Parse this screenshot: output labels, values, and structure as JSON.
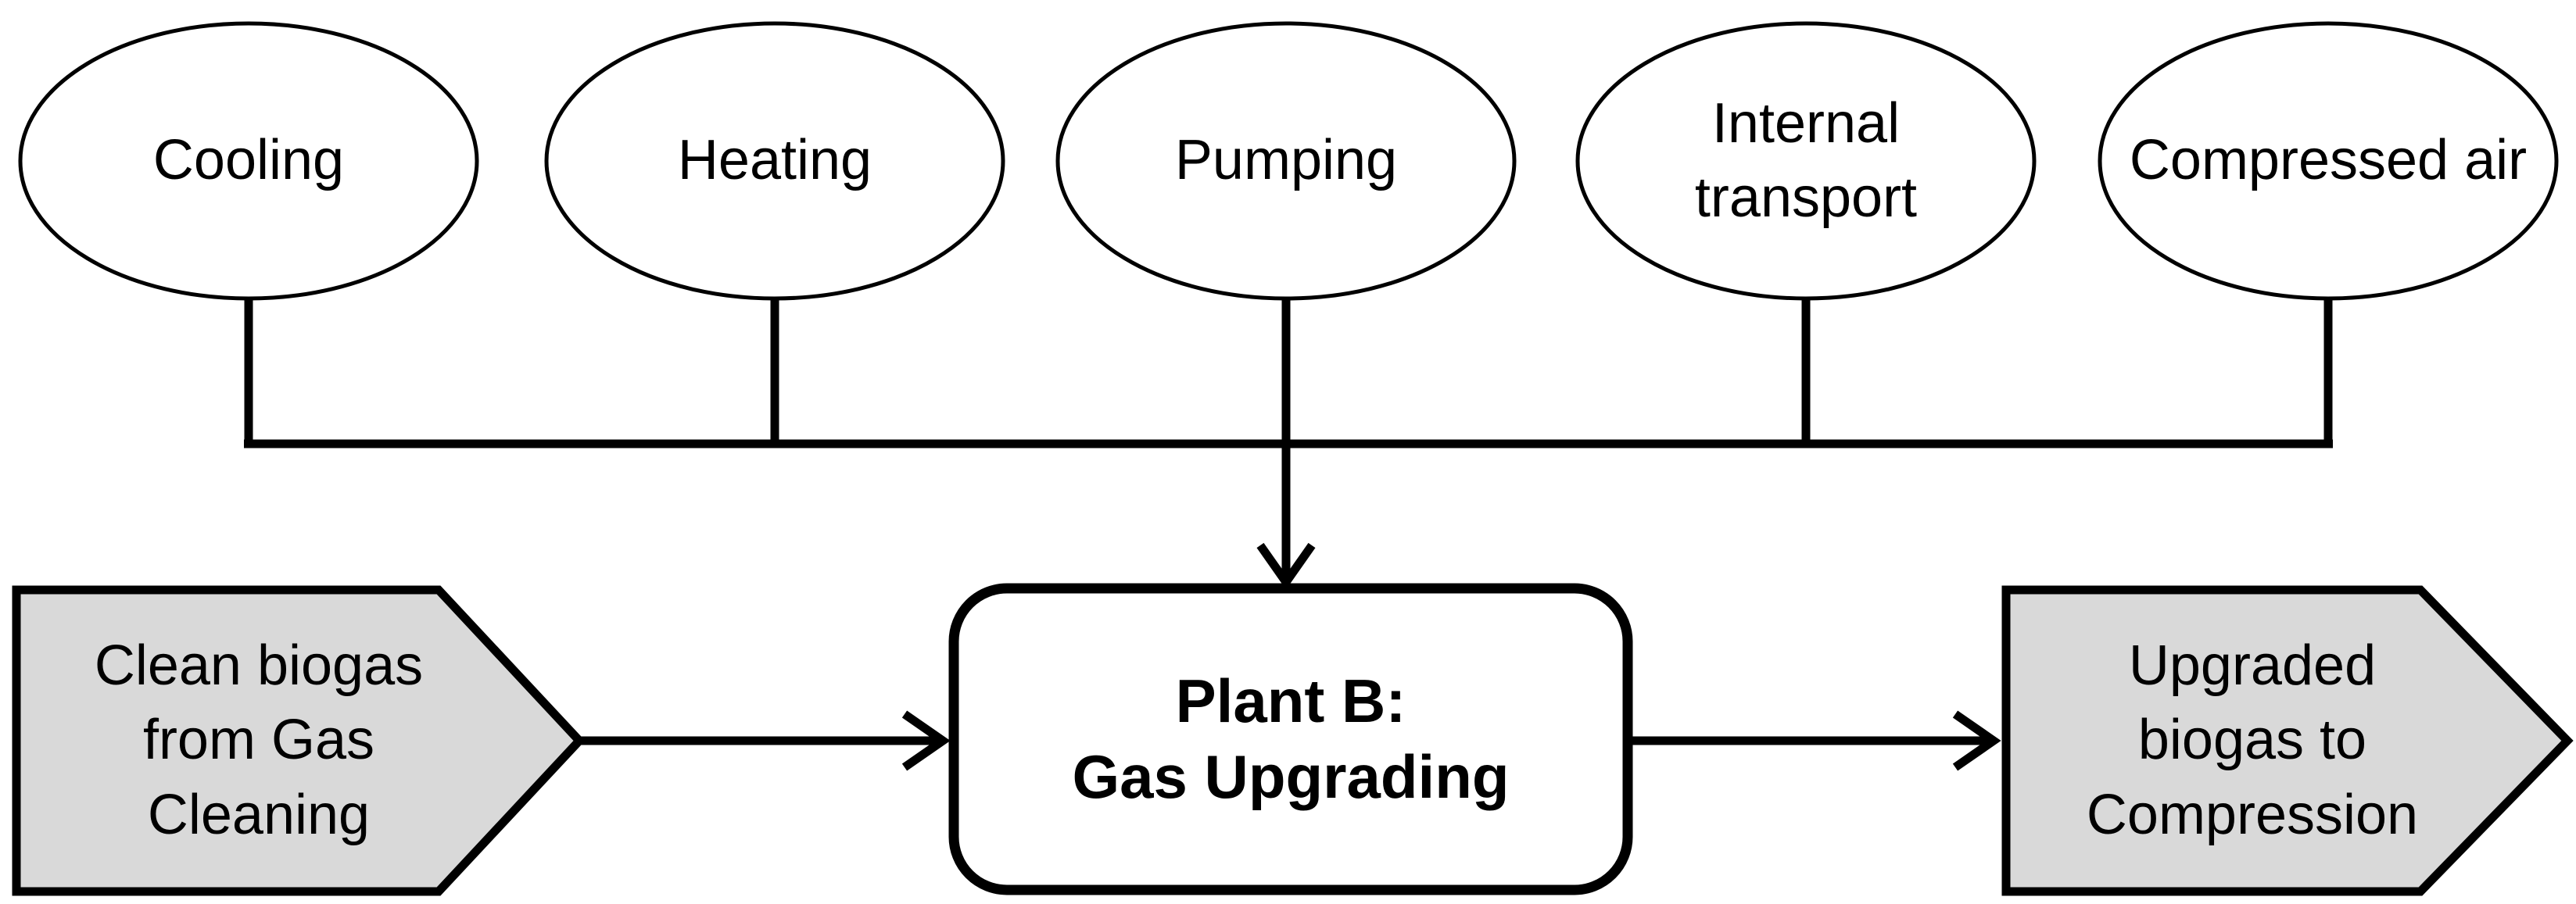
{
  "diagram": {
    "colors": {
      "background": "#ffffff",
      "stroke": "#000000",
      "text": "#000000",
      "node_fill": "#ffffff",
      "pentagon_fill": "#d9d9d9"
    },
    "utilities": [
      "Cooling",
      "Heating",
      "Pumping",
      "Internal\ntransport",
      "Compressed air"
    ],
    "process_box": {
      "label": "Plant B:\nGas Upgrading"
    },
    "input_flow": {
      "label": "Clean biogas\nfrom Gas\nCleaning"
    },
    "output_flow": {
      "label": "Upgraded\nbiogas to\nCompression"
    }
  }
}
